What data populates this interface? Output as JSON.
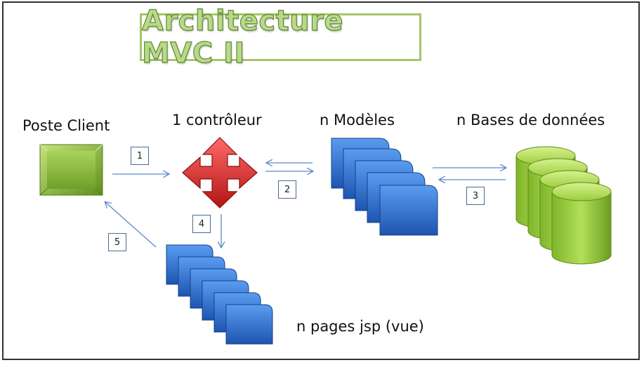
{
  "title": "Architecture MVC II",
  "nodes": {
    "client": "Poste Client",
    "controller": "1 contrôleur",
    "models": "n Modèles",
    "databases": "n Bases de données",
    "views": "n pages jsp (vue)"
  },
  "steps": [
    "1",
    "2",
    "3",
    "4",
    "5"
  ],
  "colors": {
    "title_fill": "#b9d98a",
    "title_border": "#a8c46a",
    "client_green": "#8cbf3f",
    "controller_red": "#e03030",
    "model_blue": "#2e6fd0",
    "database_green": "#9ccc3c",
    "arrow": "#5b8bc9"
  },
  "icons": [
    "client-box-icon",
    "four-way-arrow-icon",
    "stacked-pages-icon",
    "database-cylinder-icon"
  ]
}
